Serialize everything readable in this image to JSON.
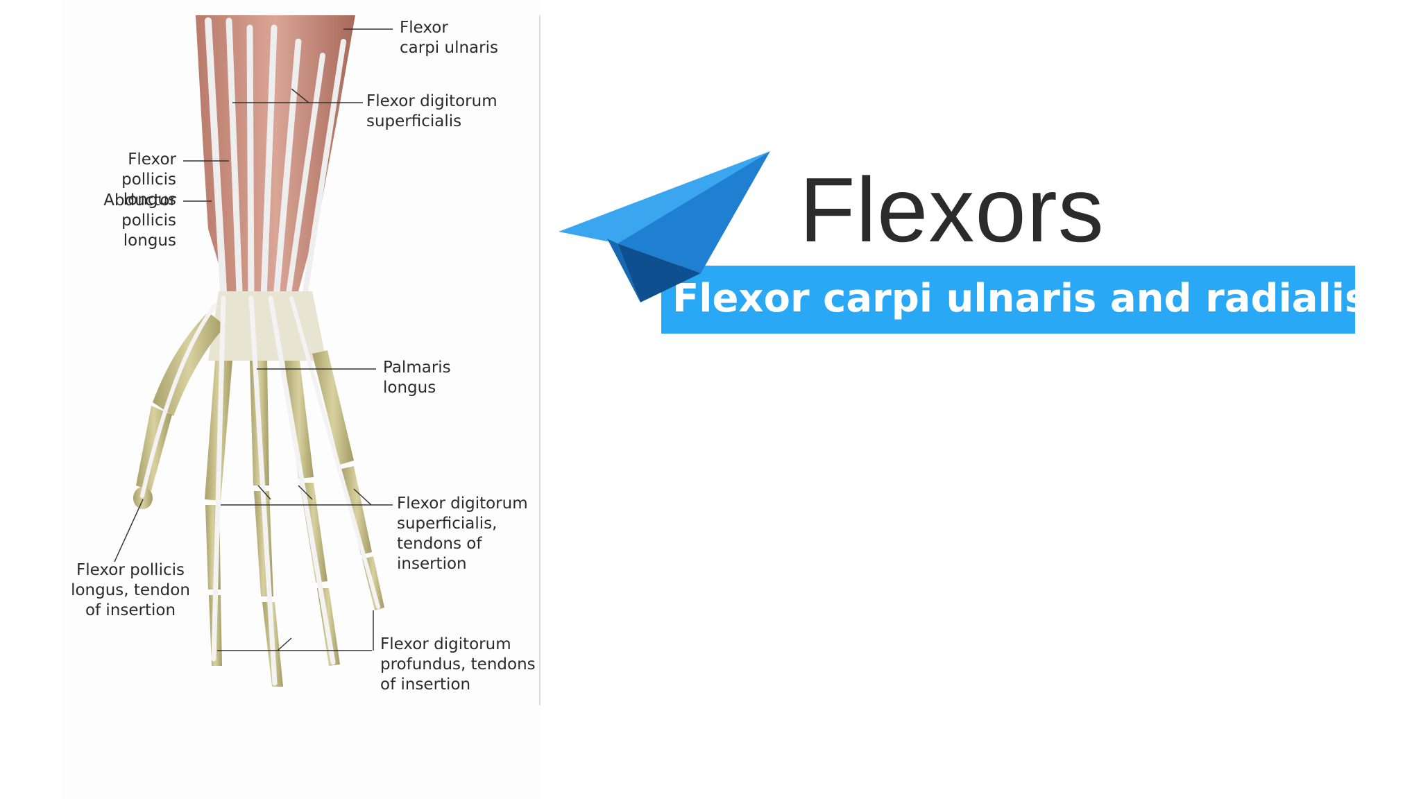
{
  "slide": {
    "title": "Flexors",
    "subtitle": "Flexor carpi ulnaris and radialis"
  },
  "figure": {
    "labels": {
      "flexor_carpi_ulnaris": "Flexor\ncarpi ulnaris",
      "flexor_digitorum_superficialis": "Flexor digitorum\nsuperficialis",
      "flexor_pollicis_longus": "Flexor\npollicis longus",
      "abductor_pollicis_longus": "Abductor\npollicis longus",
      "palmaris_longus": "Palmaris\nlongus",
      "fds_tendons": "Flexor digitorum\nsuperficialis,\ntendons of\ninsertion",
      "fpl_tendon": "Flexor pollicis\nlongus, tendon\nof insertion",
      "fdp_tendons": "Flexor digitorum\nprofundus, tendons\nof insertion"
    }
  },
  "colors": {
    "banner": "#29a8f6",
    "plane_light": "#3aa6f0",
    "plane_mid": "#1f7fd0",
    "plane_dark": "#0e4f8f",
    "muscle": "#c98f7f",
    "bone": "#c8c08a",
    "tendon": "#ececec"
  },
  "icons": {
    "logo": "paper-plane-icon"
  }
}
